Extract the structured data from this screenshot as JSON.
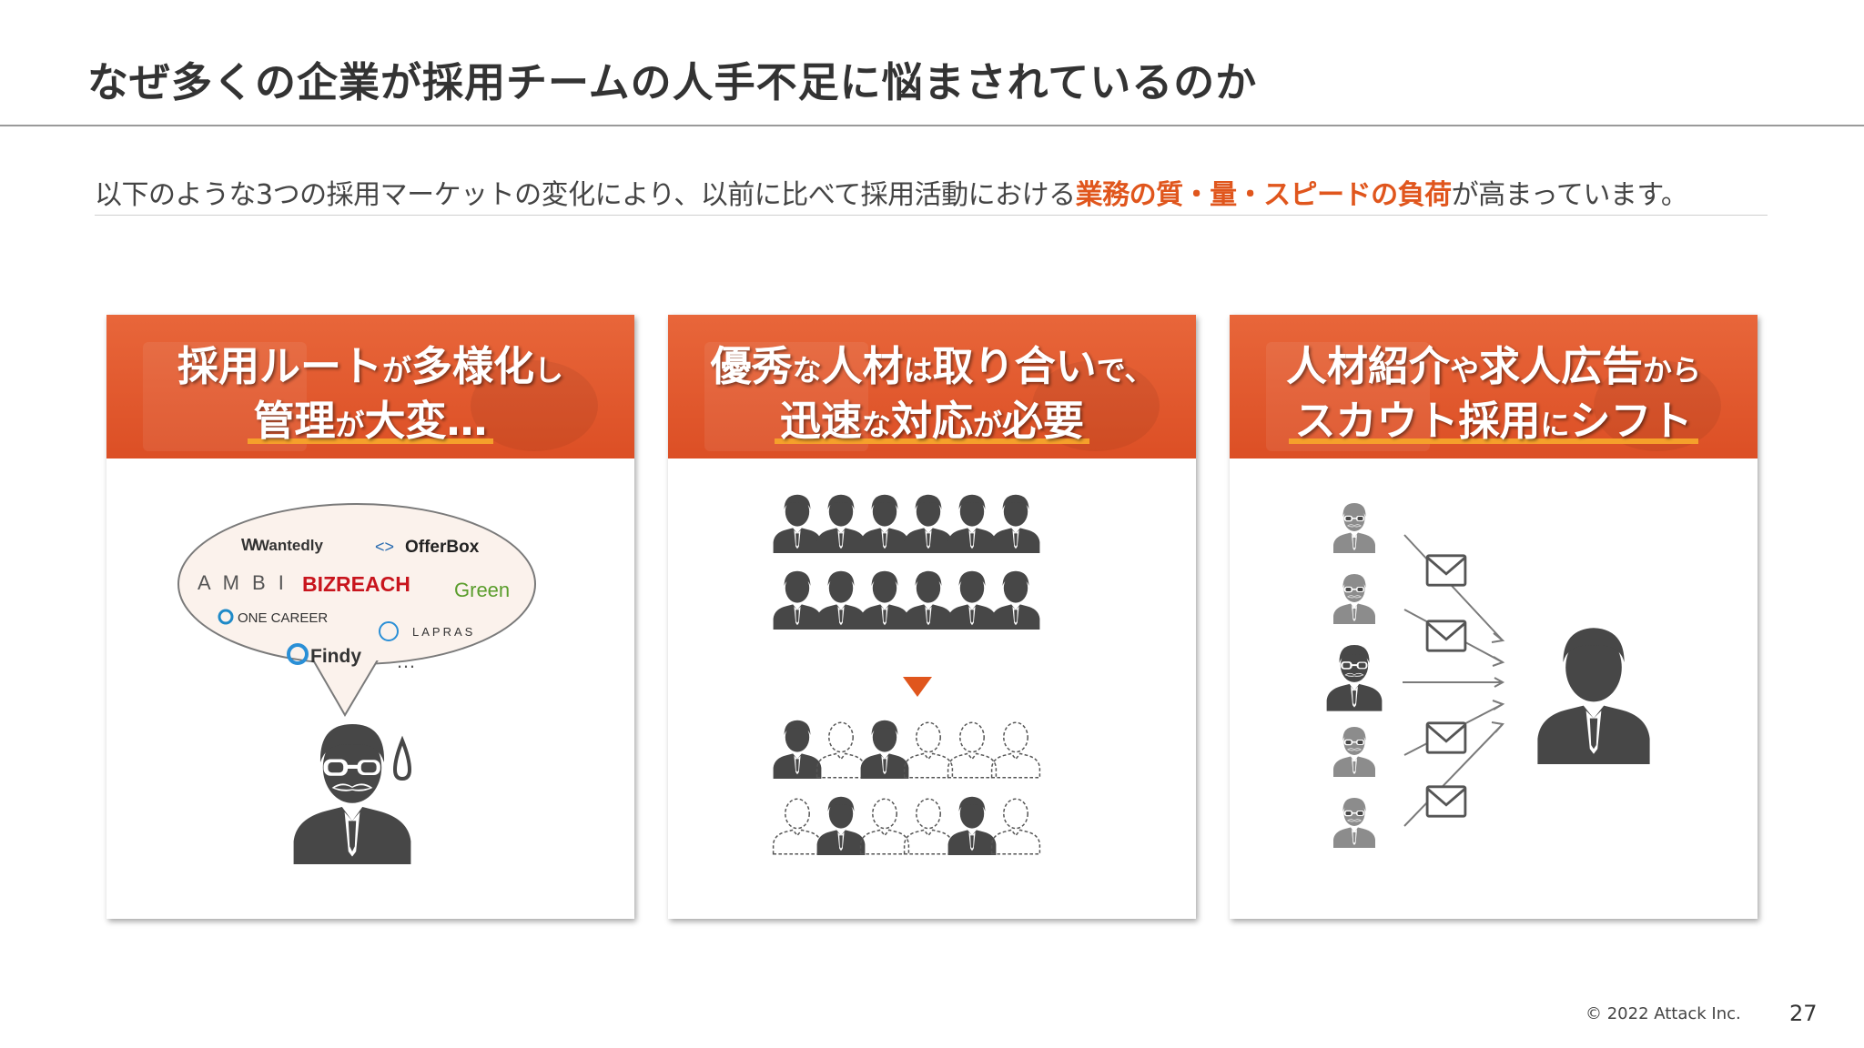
{
  "title": "なぜ多くの企業が採用チームの人手不足に悩まされているのか",
  "lead": {
    "before": "以下のような3つの採用マーケットの変化により、以前に比べて採用活動における",
    "highlight": "業務の質・量・スピードの負荷",
    "after": "が高まっています。"
  },
  "cards": [
    {
      "line1": [
        "採用ルート",
        "が",
        "多様化",
        "し"
      ],
      "line2": [
        "管理",
        "が",
        "大変…"
      ],
      "logos": [
        "Wantedly",
        "OfferBox",
        "A M B I",
        "BIZREACH",
        "Green",
        "ONE CAREER",
        "LAPRAS",
        "Findy",
        "…"
      ]
    },
    {
      "line1": [
        "優秀",
        "な",
        "人材",
        "は",
        "取り合い",
        "で、"
      ],
      "line2": [
        "迅速",
        "な",
        "対応",
        "が",
        "必要"
      ]
    },
    {
      "line1": [
        "人材紹介",
        "や",
        "求人広告",
        "から"
      ],
      "line2": [
        "スカウト採用",
        "に",
        "シフト"
      ]
    }
  ],
  "colors": {
    "accent": "#e0561d",
    "header": "#dc4f25",
    "underline": "#f5a02b",
    "icon": "#474747",
    "icon_light": "#8c8c8c"
  },
  "footer": {
    "copyright": "© 2022 Attack Inc.",
    "page": "27"
  }
}
